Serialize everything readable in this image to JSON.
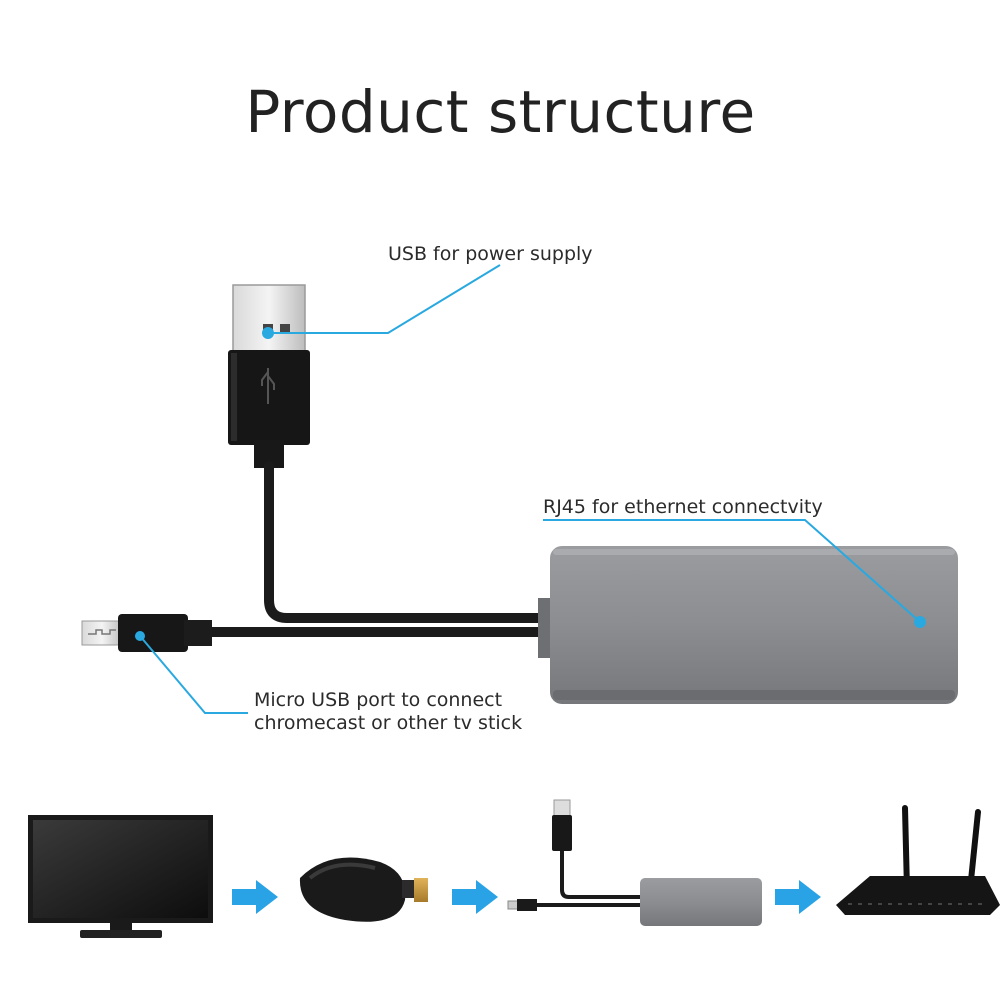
{
  "title": "Product structure",
  "labels": {
    "usb_power": "USB for power supply",
    "rj45": "RJ45 for ethernet connectvity",
    "micro_usb_line1": "Micro USB port to connect",
    "micro_usb_line2": "chromecast or other tv stick"
  },
  "colors": {
    "leader_line": "#29a9e0",
    "flow_arrow": "#2aa3e6",
    "adapter_body": "#8a8c90",
    "cable": "#1b1b1b"
  },
  "flow": [
    "tv-icon",
    "chromecast-dongle-icon",
    "ethernet-adapter-icon",
    "router-icon"
  ]
}
